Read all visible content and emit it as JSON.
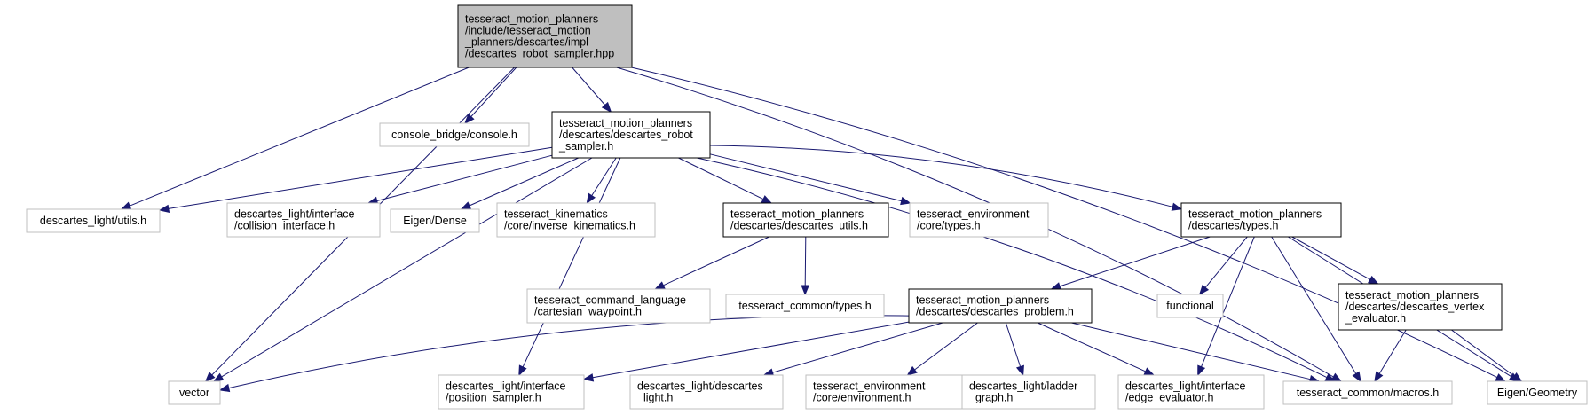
{
  "colors": {
    "edge": "#191970",
    "root_fill": "#bfbfbf",
    "local_border": "#000000",
    "external_border": "#bfbfbf",
    "text": "#000000"
  },
  "nodes": [
    {
      "id": "root",
      "kind": "root",
      "lines": [
        "tesseract_motion_planners",
        "/include/tesseract_motion",
        "_planners/descartes/impl",
        "/descartes_robot_sampler.hpp"
      ]
    },
    {
      "id": "console",
      "kind": "external",
      "lines": [
        "console_bridge/console.h"
      ]
    },
    {
      "id": "sampler_h",
      "kind": "local",
      "lines": [
        "tesseract_motion_planners",
        "/descartes/descartes_robot",
        "_sampler.h"
      ]
    },
    {
      "id": "utils_h",
      "kind": "external",
      "lines": [
        "descartes_light/utils.h"
      ]
    },
    {
      "id": "collision",
      "kind": "external",
      "lines": [
        "descartes_light/interface",
        "/collision_interface.h"
      ]
    },
    {
      "id": "eigen_dense",
      "kind": "external",
      "lines": [
        "Eigen/Dense"
      ]
    },
    {
      "id": "inv_kin",
      "kind": "external",
      "lines": [
        "tesseract_kinematics",
        "/core/inverse_kinematics.h"
      ]
    },
    {
      "id": "desc_utils",
      "kind": "local",
      "lines": [
        "tesseract_motion_planners",
        "/descartes/descartes_utils.h"
      ]
    },
    {
      "id": "env_types",
      "kind": "external",
      "lines": [
        "tesseract_environment",
        "/core/types.h"
      ]
    },
    {
      "id": "desc_types",
      "kind": "local",
      "lines": [
        "tesseract_motion_planners",
        "/descartes/types.h"
      ]
    },
    {
      "id": "cart_wp",
      "kind": "external",
      "lines": [
        "tesseract_command_language",
        "/cartesian_waypoint.h"
      ]
    },
    {
      "id": "common_types",
      "kind": "external",
      "lines": [
        "tesseract_common/types.h"
      ]
    },
    {
      "id": "desc_problem",
      "kind": "local",
      "lines": [
        "tesseract_motion_planners",
        "/descartes/descartes_problem.h"
      ]
    },
    {
      "id": "functional",
      "kind": "external",
      "lines": [
        "functional"
      ]
    },
    {
      "id": "vertex_eval",
      "kind": "local",
      "lines": [
        "tesseract_motion_planners",
        "/descartes/descartes_vertex",
        "_evaluator.h"
      ]
    },
    {
      "id": "vector",
      "kind": "external",
      "lines": [
        "vector"
      ]
    },
    {
      "id": "pos_sampler",
      "kind": "external",
      "lines": [
        "descartes_light/interface",
        "/position_sampler.h"
      ]
    },
    {
      "id": "desc_light",
      "kind": "external",
      "lines": [
        "descartes_light/descartes",
        "_light.h"
      ]
    },
    {
      "id": "env_env",
      "kind": "external",
      "lines": [
        "tesseract_environment",
        "/core/environment.h"
      ]
    },
    {
      "id": "ladder",
      "kind": "external",
      "lines": [
        "descartes_light/ladder",
        "_graph.h"
      ]
    },
    {
      "id": "edge_eval",
      "kind": "external",
      "lines": [
        "descartes_light/interface",
        "/edge_evaluator.h"
      ]
    },
    {
      "id": "macros",
      "kind": "external",
      "lines": [
        "tesseract_common/macros.h"
      ]
    },
    {
      "id": "eigen_geom",
      "kind": "external",
      "lines": [
        "Eigen/Geometry"
      ]
    }
  ],
  "edges": [
    [
      "root",
      "console"
    ],
    [
      "root",
      "sampler_h"
    ],
    [
      "root",
      "utils_h"
    ],
    [
      "root",
      "vector"
    ],
    [
      "root",
      "macros"
    ],
    [
      "root",
      "eigen_geom"
    ],
    [
      "sampler_h",
      "utils_h"
    ],
    [
      "sampler_h",
      "collision"
    ],
    [
      "sampler_h",
      "eigen_dense"
    ],
    [
      "sampler_h",
      "inv_kin"
    ],
    [
      "sampler_h",
      "desc_utils"
    ],
    [
      "sampler_h",
      "env_types"
    ],
    [
      "sampler_h",
      "desc_types"
    ],
    [
      "sampler_h",
      "vector"
    ],
    [
      "sampler_h",
      "pos_sampler"
    ],
    [
      "sampler_h",
      "macros"
    ],
    [
      "desc_utils",
      "cart_wp"
    ],
    [
      "desc_utils",
      "common_types"
    ],
    [
      "desc_types",
      "desc_problem"
    ],
    [
      "desc_types",
      "functional"
    ],
    [
      "desc_types",
      "vertex_eval"
    ],
    [
      "desc_types",
      "edge_eval"
    ],
    [
      "desc_types",
      "macros"
    ],
    [
      "desc_types",
      "eigen_geom"
    ],
    [
      "desc_problem",
      "vector"
    ],
    [
      "desc_problem",
      "pos_sampler"
    ],
    [
      "desc_problem",
      "desc_light"
    ],
    [
      "desc_problem",
      "env_env"
    ],
    [
      "desc_problem",
      "ladder"
    ],
    [
      "desc_problem",
      "edge_eval"
    ],
    [
      "desc_problem",
      "macros"
    ],
    [
      "vertex_eval",
      "macros"
    ],
    [
      "vertex_eval",
      "eigen_geom"
    ]
  ]
}
